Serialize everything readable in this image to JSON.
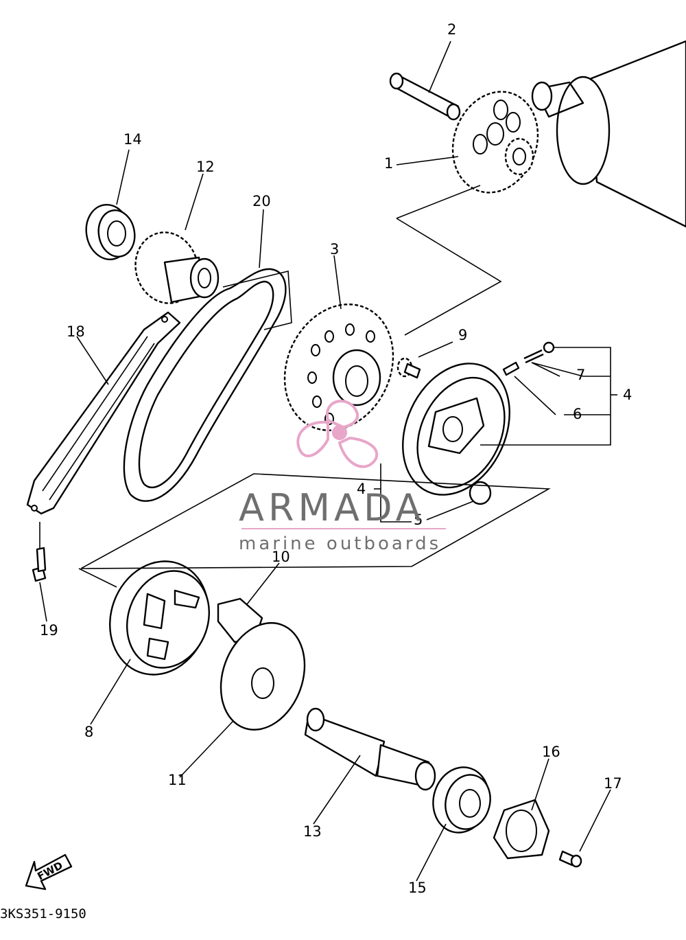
{
  "callouts": {
    "c1": "1",
    "c2": "2",
    "c3": "3",
    "c4a": "4",
    "c4b": "4",
    "c5": "5",
    "c6": "6",
    "c7": "7",
    "c8": "8",
    "c9": "9",
    "c10": "10",
    "c11": "11",
    "c12": "12",
    "c13": "13",
    "c14": "14",
    "c15": "15",
    "c16": "16",
    "c17": "17",
    "c18": "18",
    "c19": "19",
    "c20": "20"
  },
  "part_code": "3KS351-9150",
  "fwd_label": "FWD",
  "watermark": {
    "title": "ARMADA",
    "subtitle": "marine outboards",
    "color": "#6f6f6f",
    "accent": "#e8a6c9"
  },
  "icons": [
    "fwd-arrow-icon",
    "propeller-logo-icon"
  ]
}
